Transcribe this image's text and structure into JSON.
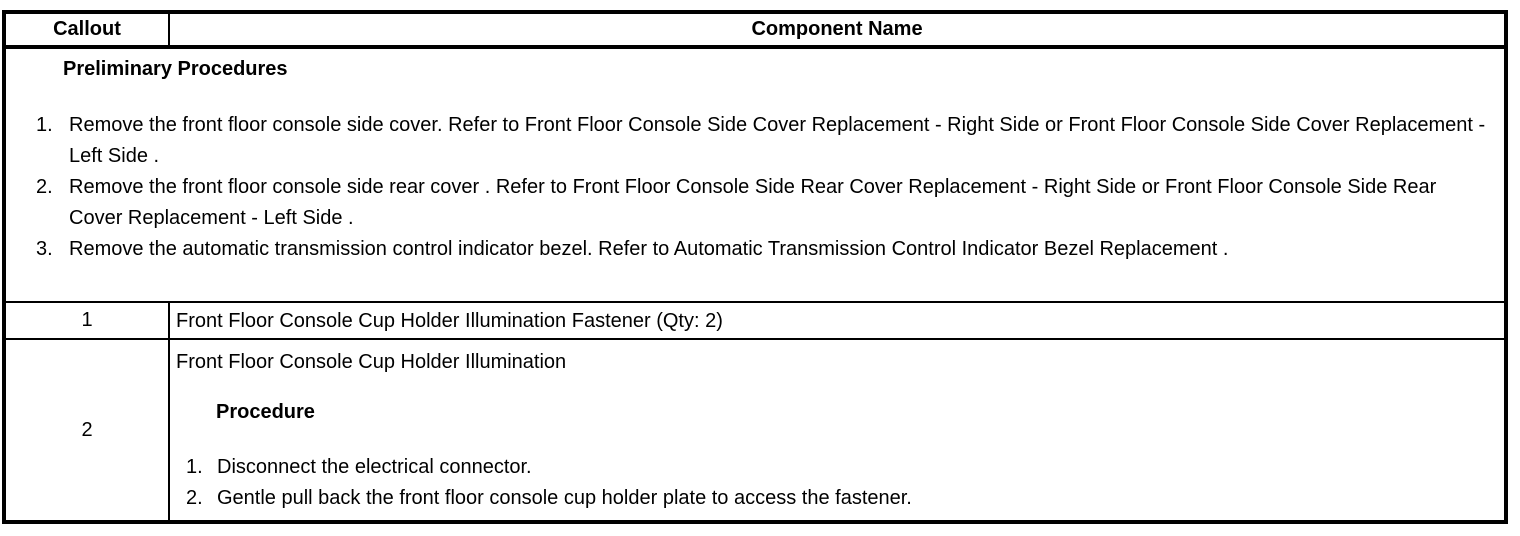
{
  "colors": {
    "border": "#000000",
    "background": "#ffffff",
    "text": "#000000"
  },
  "header": {
    "callout_label": "Callout",
    "component_label": "Component Name"
  },
  "preliminary": {
    "title": "Preliminary Procedures",
    "steps": [
      {
        "num": "1.",
        "text": "Remove the front floor console side cover. Refer to Front Floor Console Side Cover Replacement - Right Side or Front Floor Console Side Cover Replacement - Left Side ."
      },
      {
        "num": "2.",
        "text": "Remove the front floor console side rear cover . Refer to Front Floor Console Side Rear Cover Replacement - Right Side or Front Floor Console Side Rear Cover Replacement - Left Side ."
      },
      {
        "num": "3.",
        "text": "Remove the automatic transmission control indicator bezel. Refer to Automatic Transmission Control Indicator Bezel Replacement ."
      }
    ]
  },
  "rows": [
    {
      "callout": "1",
      "component": "Front Floor Console Cup Holder Illumination Fastener (Qty: 2)"
    },
    {
      "callout": "2",
      "component": "Front Floor Console Cup Holder Illumination",
      "procedure": {
        "title": "Procedure",
        "steps": [
          {
            "num": "1.",
            "text": "Disconnect the electrical connector."
          },
          {
            "num": "2.",
            "text": "Gentle pull back the front floor console cup holder plate to access the fastener."
          }
        ]
      }
    }
  ]
}
